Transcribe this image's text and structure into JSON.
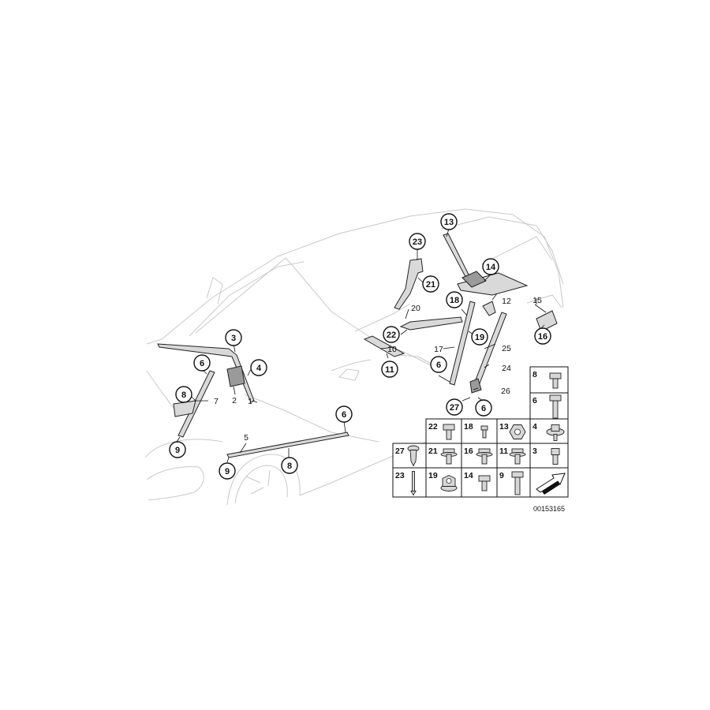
{
  "diagram_id": "00153165",
  "callouts": [
    {
      "label": "13",
      "circled": true
    },
    {
      "label": "23",
      "circled": true
    },
    {
      "label": "14",
      "circled": true
    },
    {
      "label": "21",
      "circled": true
    },
    {
      "label": "18",
      "circled": true
    },
    {
      "label": "12",
      "circled": false
    },
    {
      "label": "15",
      "circled": false
    },
    {
      "label": "20",
      "circled": false
    },
    {
      "label": "22",
      "circled": true
    },
    {
      "label": "16",
      "circled": true
    },
    {
      "label": "19",
      "circled": true
    },
    {
      "label": "3",
      "circled": true
    },
    {
      "label": "10",
      "circled": false
    },
    {
      "label": "17",
      "circled": false
    },
    {
      "label": "25",
      "circled": false
    },
    {
      "label": "11",
      "circled": true
    },
    {
      "label": "6",
      "circled": true
    },
    {
      "label": "4",
      "circled": true
    },
    {
      "label": "6",
      "circled": true
    },
    {
      "label": "24",
      "circled": false
    },
    {
      "label": "2",
      "circled": false
    },
    {
      "label": "1",
      "circled": false
    },
    {
      "label": "8",
      "circled": true
    },
    {
      "label": "7",
      "circled": false
    },
    {
      "label": "26",
      "circled": false
    },
    {
      "label": "27",
      "circled": true
    },
    {
      "label": "6",
      "circled": true
    },
    {
      "label": "6",
      "circled": true
    },
    {
      "label": "9",
      "circled": true
    },
    {
      "label": "5",
      "circled": false
    },
    {
      "label": "9",
      "circled": true
    },
    {
      "label": "8",
      "circled": true
    }
  ],
  "fastener_table": [
    {
      "label": "8",
      "type": "hex-bolt"
    },
    {
      "label": "6",
      "type": "long-bolt"
    },
    {
      "label": "22",
      "type": "hex-bolt"
    },
    {
      "label": "18",
      "type": "small-bolt"
    },
    {
      "label": "13",
      "type": "nut"
    },
    {
      "label": "4",
      "type": "flange-screw"
    },
    {
      "label": "27",
      "type": "rivet"
    },
    {
      "label": "21",
      "type": "collar-bolt"
    },
    {
      "label": "16",
      "type": "flange-bolt"
    },
    {
      "label": "11",
      "type": "flange-bolt"
    },
    {
      "label": "3",
      "type": "stud"
    },
    {
      "label": "23",
      "type": "pin"
    },
    {
      "label": "19",
      "type": "flange-nut"
    },
    {
      "label": "14",
      "type": "hex-bolt"
    },
    {
      "label": "9",
      "type": "long-bolt"
    }
  ]
}
